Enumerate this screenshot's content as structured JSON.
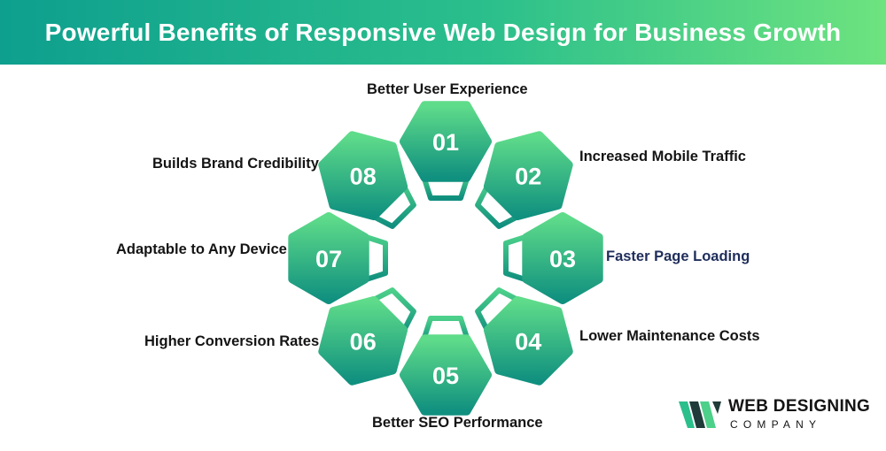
{
  "header": {
    "title": "Powerful Benefits of Responsive Web Design for Business Growth"
  },
  "benefits": [
    {
      "number": "01",
      "label": "Better User Experience"
    },
    {
      "number": "02",
      "label": "Increased Mobile Traffic"
    },
    {
      "number": "03",
      "label": "Faster Page Loading"
    },
    {
      "number": "04",
      "label": "Lower Maintenance Costs"
    },
    {
      "number": "05",
      "label": "Better SEO Performance"
    },
    {
      "number": "06",
      "label": "Higher Conversion Rates"
    },
    {
      "number": "07",
      "label": "Adaptable to Any Device"
    },
    {
      "number": "08",
      "label": "Builds Brand Credibility"
    }
  ],
  "logo": {
    "line1": "WEB DESIGNING",
    "line2": "COMPANY"
  },
  "colors": {
    "gradient_start": "#0e9f8e",
    "gradient_end": "#6ee37f",
    "label_text": "#141414",
    "accent_label": "#1f2d5a",
    "logo_dark": "#1f3b3a"
  },
  "icons": [
    "benefit-hexagon-icon",
    "connector-trapezoid-icon",
    "company-logo-w-icon"
  ]
}
